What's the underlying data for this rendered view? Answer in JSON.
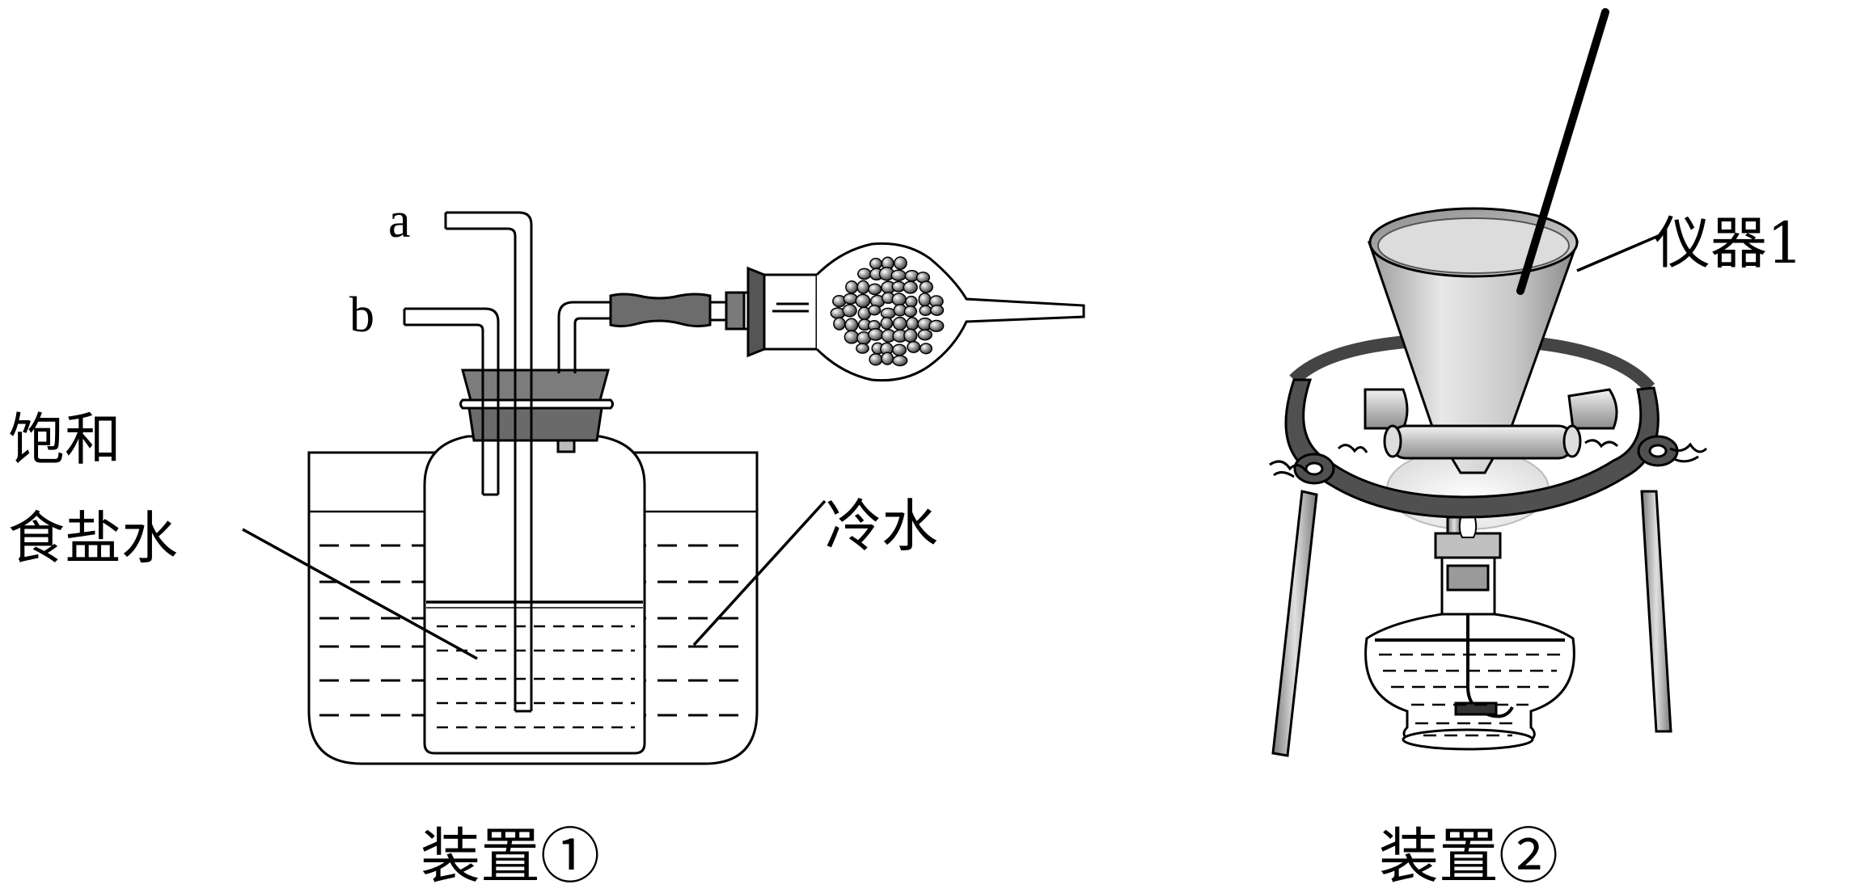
{
  "apparatus1": {
    "caption": "装置①",
    "tube_a": "a",
    "tube_b": "b",
    "brine_label_line1": "饱和",
    "brine_label_line2": "食盐水",
    "cold_water_label": "冷水"
  },
  "apparatus2": {
    "caption": "装置②",
    "instrument_label": "仪器1"
  }
}
